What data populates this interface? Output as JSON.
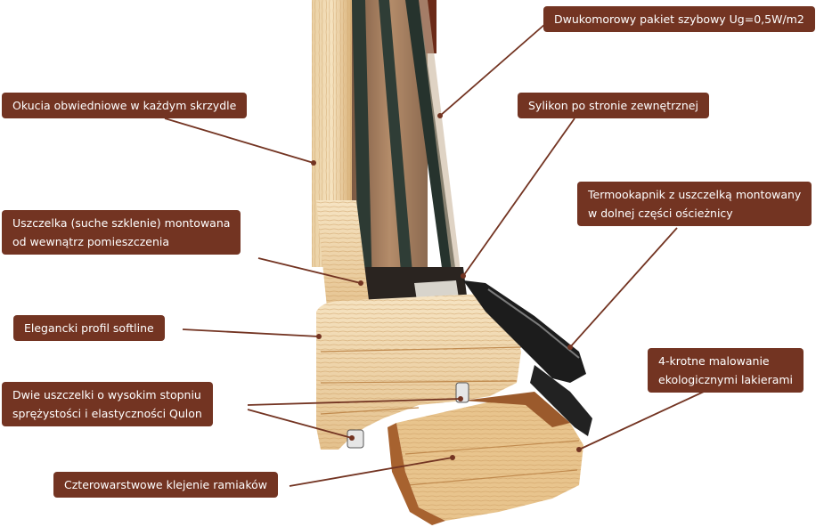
{
  "colors": {
    "label_bg": "#733422",
    "label_text": "#ffffff",
    "leader_line": "#733422",
    "wood_light": "#f0d9b2",
    "wood_mid": "#e2bd85",
    "wood_brown": "#a7622f",
    "glass_frame": "#1f2a25"
  },
  "labels": {
    "glazing": {
      "text": "Dwukomorowy pakiet szybowy Ug=0,5W/m2"
    },
    "fittings": {
      "text": "Okucia obwiedniowe w każdym skrzydle"
    },
    "silicone": {
      "text": "Sylikon po stronie zewnętrznej"
    },
    "thermal_cap": {
      "line1": "Termookapnik z uszczelką montowany",
      "line2": "w dolnej części ościeżnicy"
    },
    "dry_seal": {
      "line1": "Uszczelka (suche szklenie) montowana",
      "line2": "od wewnątrz pomieszczenia"
    },
    "softline": {
      "text": "Elegancki profil softline"
    },
    "qulon_seals": {
      "line1": "Dwie uszczelki o wysokim stopniu",
      "line2": "sprężystości i elastyczności Qulon"
    },
    "painting": {
      "line1": "4-krotne malowanie",
      "line2": "ekologicznymi lakierami"
    },
    "lamination": {
      "text": "Czterowarstwowe klejenie ramiaków"
    }
  }
}
